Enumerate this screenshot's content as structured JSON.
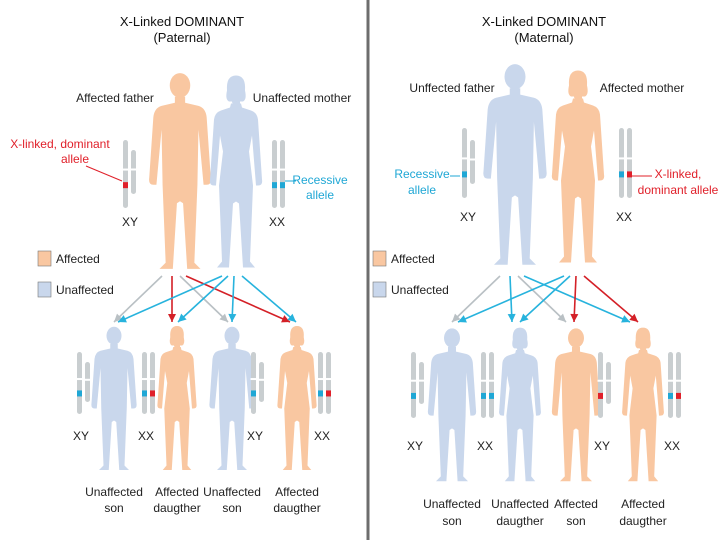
{
  "colors": {
    "affected": "#f9c7a1",
    "unaffected": "#c9d7ec",
    "dominant_allele": "#e0202a",
    "recessive_allele": "#1fa7d5",
    "arrow_red": "#d42027",
    "arrow_blue": "#27b3dd",
    "arrow_gray": "#b9c0c4",
    "chromosome": "#c9ced0",
    "divider": "#6d6d6d"
  },
  "paternal": {
    "title_line1": "X-Linked DOMINANT",
    "title_line2": "(Paternal)",
    "father_label": "Affected father",
    "mother_label": "Unaffected mother",
    "dominant_callout_line1": "X-linked, dominant",
    "dominant_callout_line2": "allele",
    "recessive_callout_line1": "Recessive",
    "recessive_callout_line2": "allele",
    "father_karyotype": "XY",
    "mother_karyotype": "XX",
    "legend_affected": "Affected",
    "legend_unaffected": "Unaffected",
    "children": [
      {
        "line1": "Unaffected",
        "line2": "son",
        "karyotype": "XY"
      },
      {
        "line1": "Affected",
        "line2": "daugther",
        "karyotype": "XX"
      },
      {
        "line1": "Unaffected",
        "line2": "son",
        "karyotype": "XY"
      },
      {
        "line1": "Affected",
        "line2": "daugther",
        "karyotype": "XX"
      }
    ]
  },
  "maternal": {
    "title_line1": "X-Linked DOMINANT",
    "title_line2": "(Maternal)",
    "father_label": "Unffected father",
    "mother_label": "Affected mother",
    "dominant_callout_line1": "X-linked,",
    "dominant_callout_line2": "dominant allele",
    "recessive_callout_line1": "Recessive",
    "recessive_callout_line2": "allele",
    "father_karyotype": "XY",
    "mother_karyotype": "XX",
    "legend_affected": "Affected",
    "legend_unaffected": "Unaffected",
    "children": [
      {
        "line1": "Unaffected",
        "line2": "son",
        "karyotype": "XY"
      },
      {
        "line1": "Unaffected",
        "line2": "daugther",
        "karyotype": "XX"
      },
      {
        "line1": "Affected",
        "line2": "son",
        "karyotype": "XY"
      },
      {
        "line1": "Affected",
        "line2": "daugther",
        "karyotype": "XX"
      }
    ]
  }
}
